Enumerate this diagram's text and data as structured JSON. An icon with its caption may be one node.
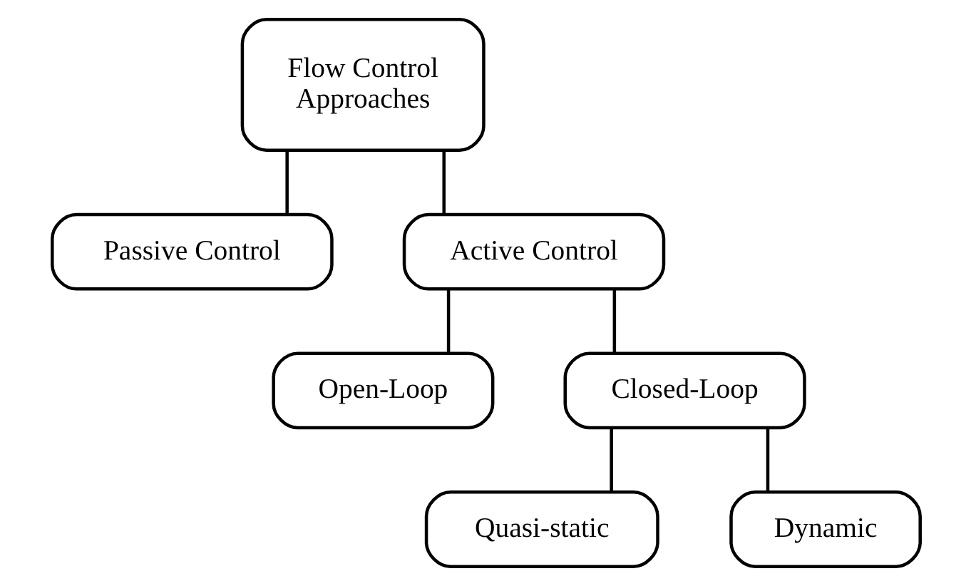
{
  "diagram": {
    "nodes": [
      {
        "text": [
          "Flow Control Approaches"
        ]
      },
      {
        "text": [
          "Passive Control"
        ]
      },
      {
        "text": [
          "Active Control"
        ]
      },
      {
        "text": [
          "Open-Loop"
        ]
      },
      {
        "text": [
          "Closed-Loop"
        ]
      },
      {
        "text": [
          "Quasi-static"
        ]
      },
      {
        "text": [
          "Dynamic"
        ]
      }
    ],
    "edges": [
      {
        "from": 0,
        "to": 1,
        "arrow": "none"
      },
      {
        "from": 0,
        "to": 2,
        "arrow": "none"
      },
      {
        "from": 2,
        "to": 3,
        "arrow": "none"
      },
      {
        "from": 2,
        "to": 4,
        "arrow": "none"
      },
      {
        "from": 4,
        "to": 5,
        "arrow": "none"
      },
      {
        "from": 4,
        "to": 6,
        "arrow": "none"
      }
    ]
  }
}
